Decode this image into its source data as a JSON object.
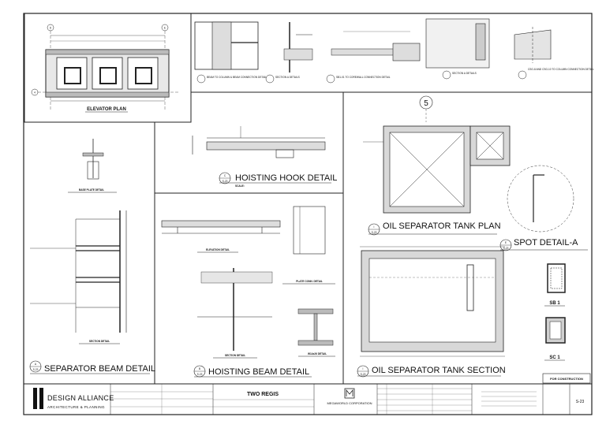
{
  "details": {
    "elevator_plan": {
      "title": "ELEVATOR PLAN",
      "grid_left": "D",
      "grid_right": "E",
      "grid_bottom": "4"
    },
    "beam_to_column": {
      "title": "BEAM TO COLUMN & BEAM CONNECTION DETAIL"
    },
    "section_a_1": {
      "title": "SECTION A DETAILS"
    },
    "sb1_corewall": {
      "title": "SB1-01 TO COREWALL CONNECTION DETAIL"
    },
    "section_a_2": {
      "title": "SECTION A DETAILS"
    },
    "csg_column": {
      "title": "CSG-8 AND CSG-10 TO COLUMN CONNECTION DETAIL"
    },
    "base_plate": {
      "title": "BASE PLATE DETAIL"
    },
    "hoisting_hook": {
      "title": "HOISTING HOOK DETAIL",
      "marker_top": "C",
      "marker_bottom": "S-23",
      "scale_label": "SCALE:"
    },
    "oil_tank_plan": {
      "title": "OIL SEPARATOR TANK PLAN",
      "grid": "5",
      "marker_top": "I",
      "marker_bottom": "S-23"
    },
    "spot_detail": {
      "title": "SPOT DETAIL-A",
      "marker_top": "E",
      "marker_bottom": "S-23"
    },
    "section_detail_left": {
      "title": "SECTION DETAIL"
    },
    "elevation_detail": {
      "title": "ELEVATION DETAIL"
    },
    "plate_conn": {
      "title": "PLATE CONN. DETAIL"
    },
    "w14_detail": {
      "title": "W14x26 DETAIL"
    },
    "section_detail_mid": {
      "title": "SECTION DETAIL"
    },
    "separator_beam": {
      "title": "SEPARATOR BEAM DETAIL",
      "marker_top": "A",
      "marker_bottom": "S-23"
    },
    "hoisting_beam": {
      "title": "HOISTING BEAM DETAIL",
      "marker_top": "B",
      "marker_bottom": "S-23"
    },
    "oil_tank_section": {
      "title": "OIL SEPARATOR TANK SECTION",
      "marker_top": "I",
      "marker_bottom": "S-23"
    },
    "sb1": {
      "title": "SB 1"
    },
    "sc1": {
      "title": "SC 1"
    }
  },
  "title_block": {
    "firm_name": "DESIGN ALLIANCE",
    "firm_subtitle": "ARCHITECTURE & PLANNING",
    "project_name": "TWO REGIS",
    "client_name": "MEGAWORLD CORPORATION",
    "stamp": "FOR CONSTRUCTION",
    "sheet_number": "S-23"
  }
}
